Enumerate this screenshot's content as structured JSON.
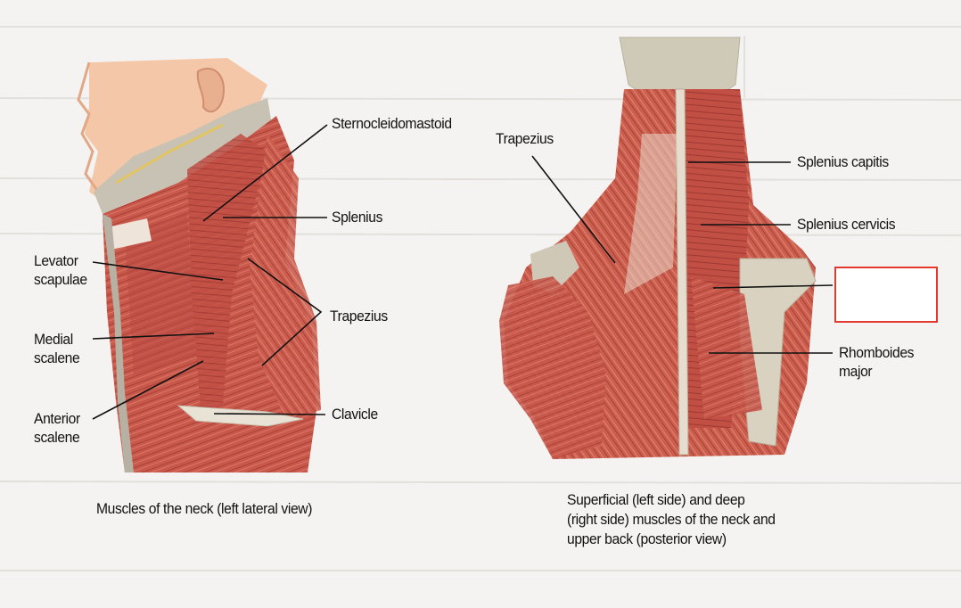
{
  "left_figure": {
    "labels": {
      "sternocleidomastoid": "Sternocleidomastoid",
      "splenius": "Splenius",
      "levator_scapulae": "Levator\nscapulae",
      "trapezius": "Trapezius",
      "medial_scalene": "Medial\nscalene",
      "anterior_scalene": "Anterior\nscalene",
      "clavicle": "Clavicle"
    },
    "caption": "Muscles of the neck (left lateral view)"
  },
  "right_figure": {
    "labels": {
      "trapezius": "Trapezius",
      "splenius_capitis": "Splenius capitis",
      "splenius_cervicis": "Splenius cervicis",
      "rhomboides_major": "Rhomboides\nmajor",
      "blank_answer": ""
    },
    "caption": "Superficial (left side) and deep\n(right side) muscles of the neck and\nupper back (posterior view)"
  },
  "colors": {
    "muscle": "#c8584a",
    "muscle_light": "#e48f7c",
    "tendon": "#efe4da",
    "bone": "#cfcab8",
    "skin": "#f3c7a7",
    "answer_box_border": "#e23a2e"
  }
}
